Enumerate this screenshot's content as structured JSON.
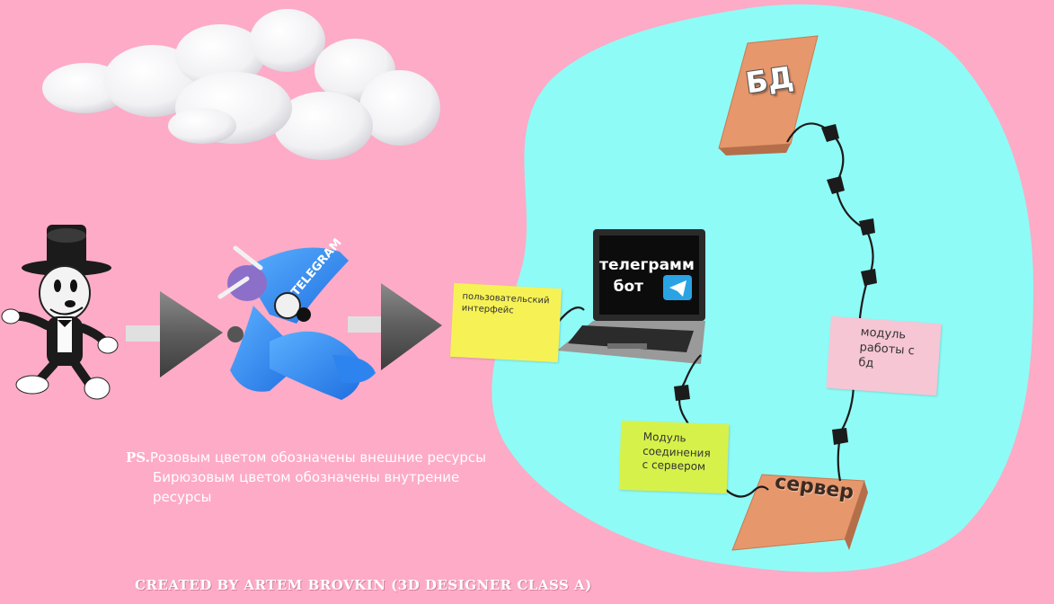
{
  "colors": {
    "background": "#fdabc6",
    "internal_area": "#8ffbf6",
    "note_yellow": "#f6f255",
    "note_lime": "#d6f24a",
    "note_pink": "#f6c6d4",
    "box_orange": "#e7976c",
    "arrow_gray": "#6b6b6b"
  },
  "nodes": {
    "ui_note": "пользовательский интерфейс",
    "laptop_line1": "телеграмм",
    "laptop_line2": "бот",
    "db_label": "БД",
    "db_module_note": "модуль работы с бд",
    "server_module_note": "Модуль соединения с сервером",
    "server_label": "сервер",
    "plane_label": "TELEGRAM"
  },
  "legend": {
    "prefix": "PS.",
    "line1": "Розовым цветом обозначены внешние ресурсы",
    "line2": "Бирюзовым цветом обозначены внутрение ресурсы"
  },
  "credit": "CREATED BY ARTEM BROVKIN (3D DESIGNER CLASS A)",
  "icons": [
    "cloud-icon",
    "cartoon-character-icon",
    "airplane-icon",
    "arrow-right-icon",
    "laptop-icon",
    "telegram-icon",
    "database-binder-icon",
    "server-binder-icon",
    "cable-icon"
  ]
}
